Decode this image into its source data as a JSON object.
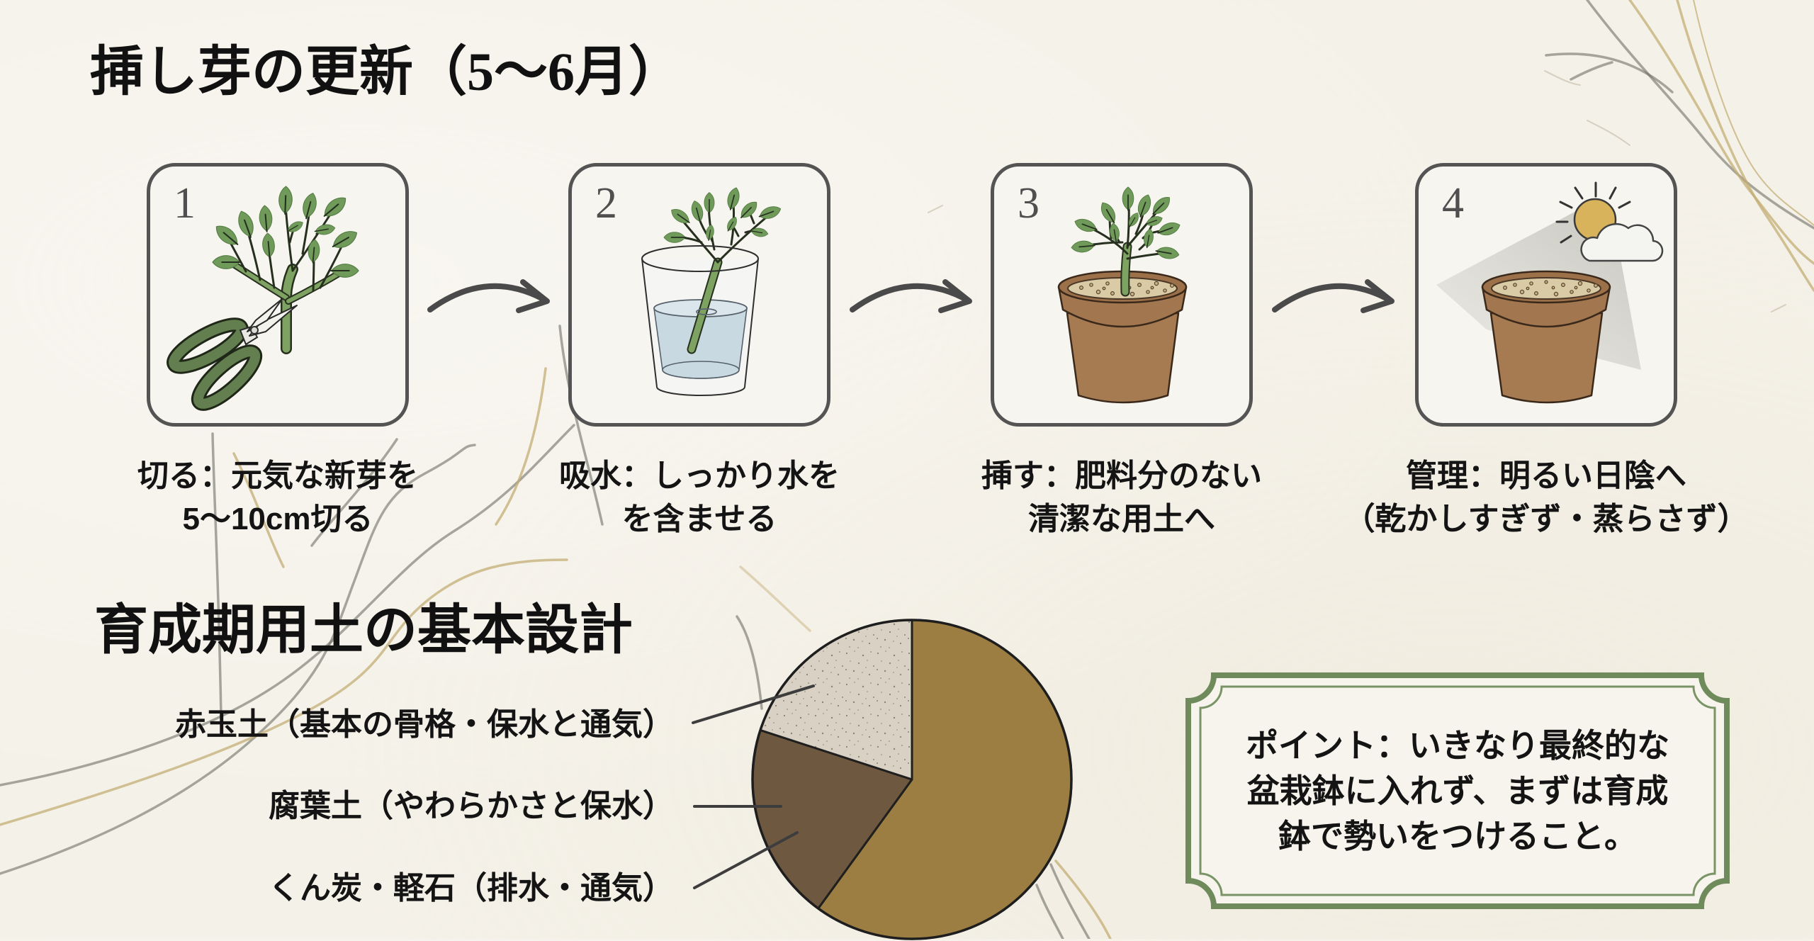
{
  "page": {
    "background_color": "#f4f1e8"
  },
  "colors": {
    "text": "#141414",
    "card_frame": "#545454",
    "arrow": "#4a4a4a",
    "leaf_green": "#6f9a5a",
    "stem_green": "#7ea262",
    "pot_terracotta": "#a67b51",
    "sun": "#d9b35c",
    "water": "#cbdbe3",
    "point_frame_green": "#6f8a5b"
  },
  "section1": {
    "title": "挿し芽の更新（5〜6月）",
    "steps": [
      {
        "number": "1",
        "icon": "scissors-cutting-sprig-icon",
        "caption_lines": [
          "切る：元気な新芽を",
          "5〜10cm切る"
        ]
      },
      {
        "number": "2",
        "icon": "sprig-in-water-glass-icon",
        "caption_lines": [
          "吸水：しっかり水を",
          "を含ませる"
        ]
      },
      {
        "number": "3",
        "icon": "potted-cutting-icon",
        "caption_lines": [
          "挿す：肥料分のない",
          "清潔な用土へ"
        ]
      },
      {
        "number": "4",
        "icon": "pot-in-bright-shade-icon",
        "caption_lines": [
          "管理：明るい日陰へ",
          "（乾かしすぎず・蒸らさず）"
        ]
      }
    ],
    "arrows": [
      "arrow-right-icon",
      "arrow-right-icon",
      "arrow-right-icon"
    ]
  },
  "section2": {
    "title": "育成期用土の基本設計",
    "labels": [
      "赤玉土（基本の骨格・保水と通気）",
      "腐葉土（やわらかさと保水）",
      "くん炭・軽石（排水・通気）"
    ]
  },
  "point_box": {
    "lines": [
      "ポイント：いきなり最終的な",
      "盆栽鉢に入れず、まずは育成",
      "鉢で勢いをつけること。"
    ]
  },
  "chart_data": {
    "type": "pie",
    "title": "育成期用土の基本設計",
    "start_angle_deg": 0,
    "direction": "clockwise",
    "unit": "%",
    "categories": [
      "くん炭・軽石（排水・通気）",
      "腐葉土（やわらかさと保水）",
      "赤玉土（基本の骨格・保水と通気）"
    ],
    "values": [
      60,
      20,
      20
    ],
    "slices": [
      {
        "label": "くん炭・軽石（排水・通気）",
        "value": 60,
        "color": "#9c7d42"
      },
      {
        "label": "腐葉土（やわらかさと保水）",
        "value": 20,
        "color": "#6f5840"
      },
      {
        "label": "赤玉土（基本の骨格・保水と通気）",
        "value": 20,
        "color": "#d9d1c3",
        "pattern": "speckled"
      }
    ],
    "legend_position": "left (leader-line labels)",
    "grid": false
  }
}
